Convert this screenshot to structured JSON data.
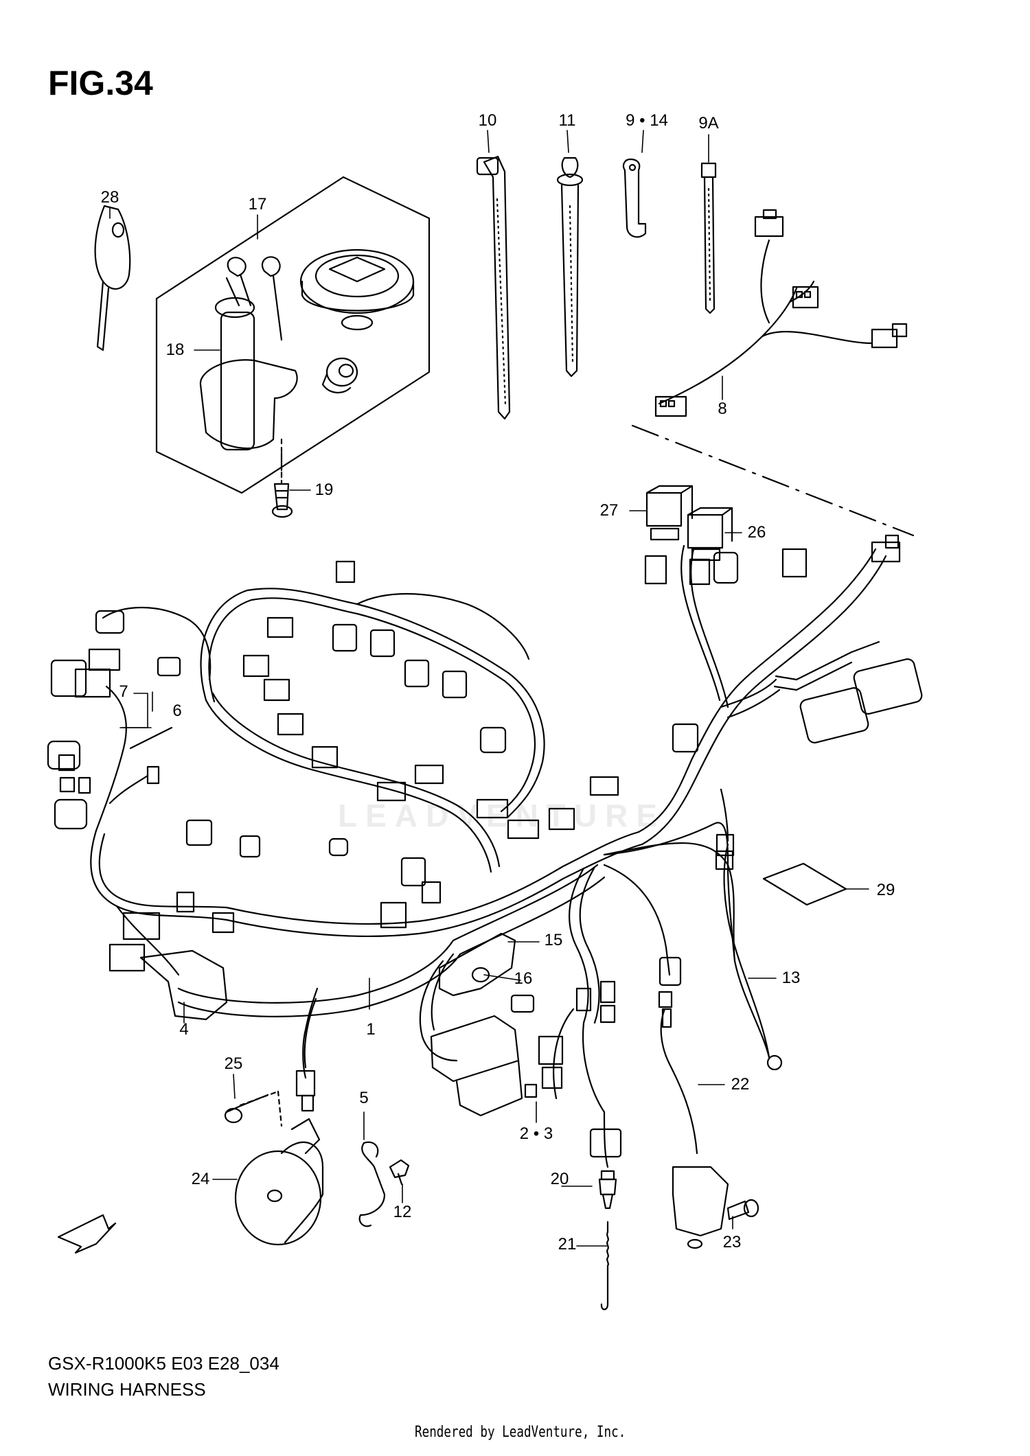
{
  "figure_title": "FIG.34",
  "model_code": "GSX-R1000K5 E03 E28_034",
  "caption": "WIRING HARNESS",
  "credit": "Rendered by LeadVenture, Inc.",
  "watermark": "LEADVENTURE",
  "fwd_label": "FWD",
  "callouts": [
    {
      "id": "1",
      "label": "1"
    },
    {
      "id": "2-3",
      "label": "2 • 3"
    },
    {
      "id": "4",
      "label": "4"
    },
    {
      "id": "5",
      "label": "5"
    },
    {
      "id": "6",
      "label": "6"
    },
    {
      "id": "7",
      "label": "7"
    },
    {
      "id": "8",
      "label": "8"
    },
    {
      "id": "9-14",
      "label": "9 • 14"
    },
    {
      "id": "9A",
      "label": "9A"
    },
    {
      "id": "10",
      "label": "10"
    },
    {
      "id": "11",
      "label": "11"
    },
    {
      "id": "12",
      "label": "12"
    },
    {
      "id": "13",
      "label": "13"
    },
    {
      "id": "15",
      "label": "15"
    },
    {
      "id": "16",
      "label": "16"
    },
    {
      "id": "17",
      "label": "17"
    },
    {
      "id": "18",
      "label": "18"
    },
    {
      "id": "19",
      "label": "19"
    },
    {
      "id": "20",
      "label": "20"
    },
    {
      "id": "21",
      "label": "21"
    },
    {
      "id": "22",
      "label": "22"
    },
    {
      "id": "23",
      "label": "23"
    },
    {
      "id": "24",
      "label": "24"
    },
    {
      "id": "25",
      "label": "25"
    },
    {
      "id": "26",
      "label": "26"
    },
    {
      "id": "27",
      "label": "27"
    },
    {
      "id": "28",
      "label": "28"
    },
    {
      "id": "29",
      "label": "29"
    }
  ]
}
